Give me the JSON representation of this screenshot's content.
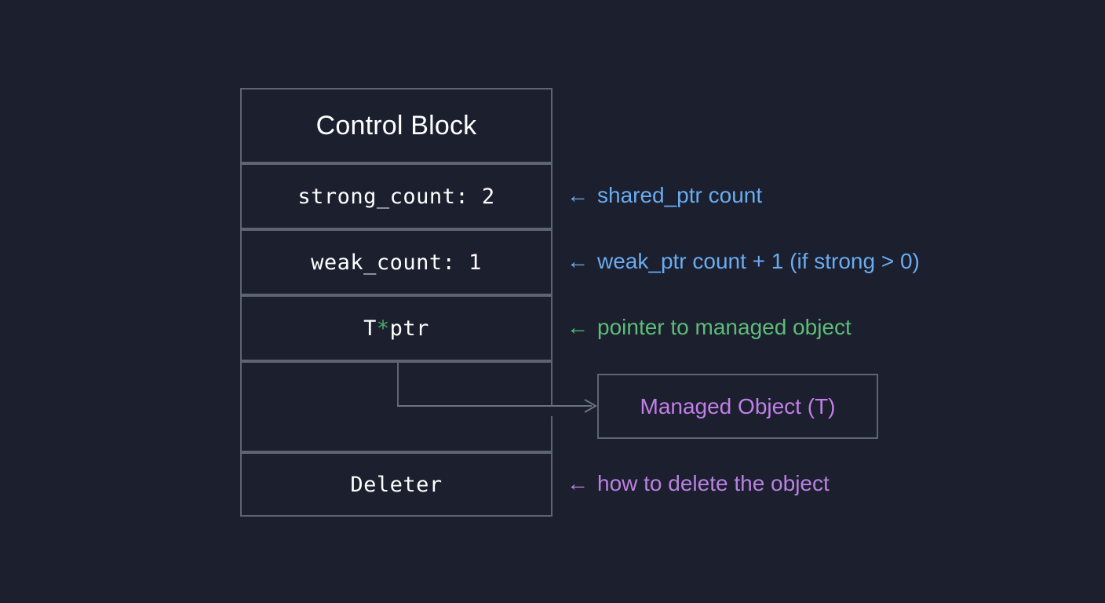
{
  "diagram": {
    "title": "Control Block",
    "colors": {
      "background": "#1b1f2e",
      "border": "#5d6573",
      "text": "#ffffff",
      "blue": "#6aacf0",
      "green": "#5dbd78",
      "purple": "#b981e0",
      "managed_object_text": "#c17fe8",
      "star": "#4fa96a"
    },
    "control_block": {
      "header": "Control Block",
      "rows": [
        {
          "id": "strong_count",
          "label": "strong_count: 2"
        },
        {
          "id": "weak_count",
          "label": "weak_count: 1"
        },
        {
          "id": "ptr",
          "label_prefix": "T",
          "label_star": "*",
          "label_suffix": " ptr",
          "label": "T* ptr"
        },
        {
          "id": "ptr_slot",
          "label": ""
        },
        {
          "id": "deleter",
          "label": "Deleter"
        }
      ]
    },
    "managed_object": {
      "label": "Managed Object (T)"
    },
    "annotations": [
      {
        "id": "strong",
        "arrow": "←",
        "text": "shared_ptr count",
        "color": "blue"
      },
      {
        "id": "weak",
        "arrow": "←",
        "text": "weak_ptr count + 1 (if strong > 0)",
        "color": "blue"
      },
      {
        "id": "ptr",
        "arrow": "←",
        "text": "pointer to managed object",
        "color": "green"
      },
      {
        "id": "deleter",
        "arrow": "←",
        "text": "how to delete the object",
        "color": "purple"
      }
    ],
    "connector": {
      "name": "ptr-to-managed-object-arrow",
      "arrowhead": "chevron-right-icon"
    }
  }
}
